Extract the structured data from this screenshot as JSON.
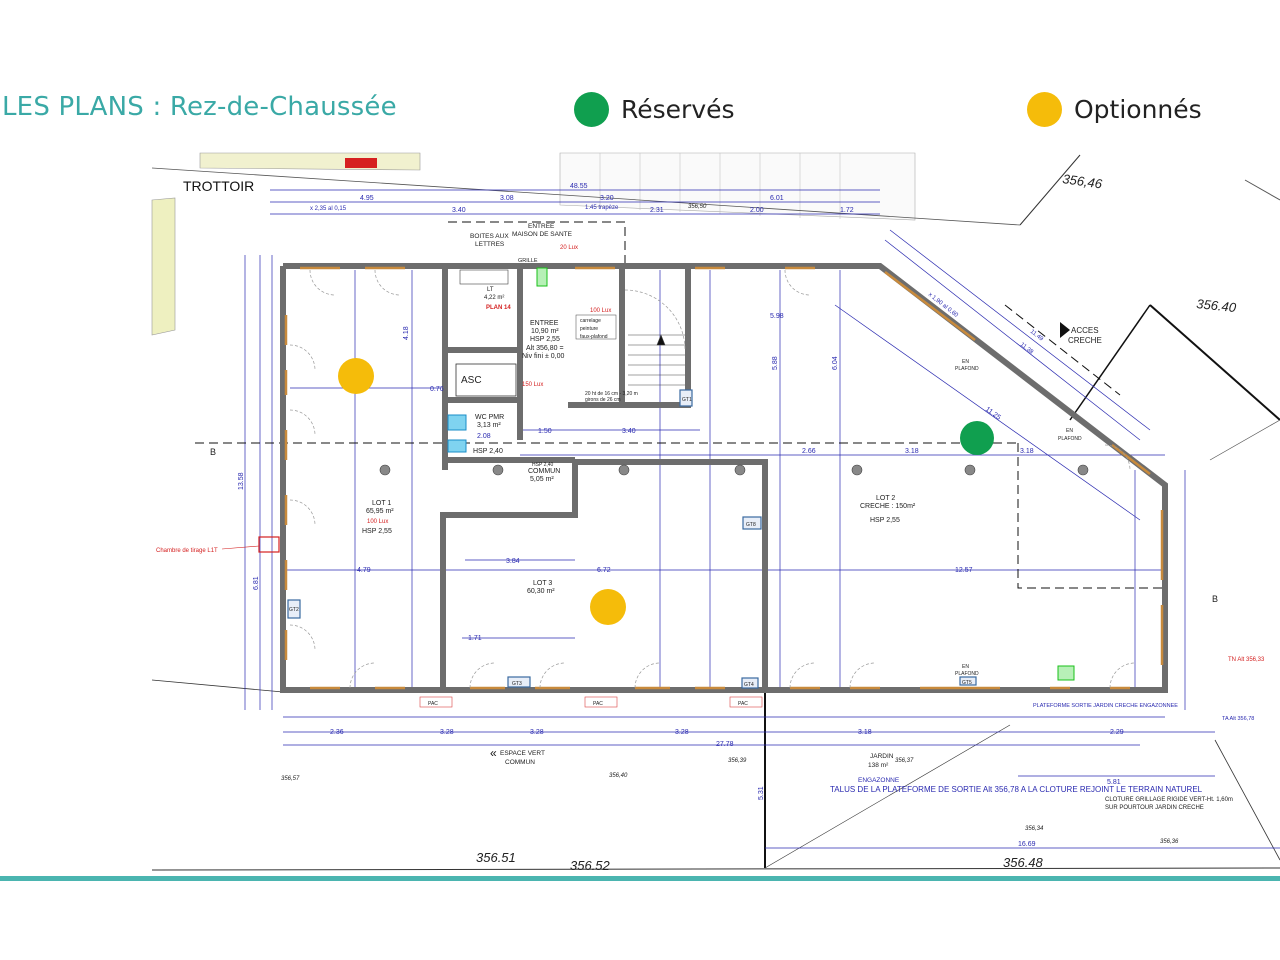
{
  "header": {
    "title": "LES PLANS : Rez-de-Chaussée",
    "legend": [
      {
        "label": "Réservés",
        "color": "#109f4f"
      },
      {
        "label": "Optionnés",
        "color": "#f5bc0a"
      }
    ]
  },
  "colors": {
    "accent": "#3aa9a6",
    "bar": "#4bb5b0",
    "wall": "#6d6d6d",
    "dimension": "#2a2ab0",
    "frame": "#c88a3c"
  },
  "plan": {
    "street": "TROTTOIR",
    "mailboxes": [
      "BOITES AUX",
      "LETTRES"
    ],
    "entrance_health": [
      "ENTREE",
      "MAISON DE SANTE"
    ],
    "entree": [
      "ENTREE",
      "10,90 m²",
      "HSP 2,55",
      "Alt 356,80 =",
      "Niv fini ± 0,00"
    ],
    "lt": [
      "LT",
      "4,22 m²"
    ],
    "plan14": "PLAN 14",
    "asc": "ASC",
    "wc": [
      "WC PMR",
      "3,13 m²"
    ],
    "hsp240": "HSP 2,40",
    "commun": [
      "HSP 2,40",
      "COMMUN",
      "5,05 m²"
    ],
    "lot1": [
      "LOT 1",
      "65,95 m²",
      "100 Lux",
      "HSP 2,55"
    ],
    "lot2": [
      "LOT 2",
      "CRECHE : 150m²",
      "HSP 2,55"
    ],
    "lot3": [
      "LOT 3",
      "60,30 m²"
    ],
    "acces_creche": [
      "ACCES",
      "CRECHE"
    ],
    "en_plafond": [
      "EN",
      "PLAFOND"
    ],
    "chambre": "Chambre de tirage L1T",
    "espace_vert": [
      "ESPACE VERT",
      "COMMUN"
    ],
    "jardin": [
      "JARDIN",
      "138 m²"
    ],
    "engazonne": "ENGAZONNE",
    "talus": "TALUS DE LA PLATEFORME DE SORTIE Alt 356,78   A LA CLOTURE REJOINT LE TERRAIN NATUREL",
    "cloture": [
      "CLOTURE GRILLAGE RIGIDE VERT-Ht. 1,60m",
      "SUR POURTOUR JARDIN CRECHE"
    ],
    "plateforme": "PLATEFORME SORTIE JARDIN CRECHE ENGAZONNEE",
    "tn_alt": "TN Alt 356,33",
    "ta_alt": "TA Alt 356,78",
    "lux20": "20 Lux",
    "lux100": "100 Lux",
    "lux150": "150 Lux",
    "stairs": [
      "20 ht de 16 cm - 3,20 m",
      "girons de 26 cm"
    ],
    "finishes": [
      "carrelage",
      "peinture",
      "faux-plafond"
    ],
    "gt": [
      "GT1",
      "GT2",
      "GT3",
      "GT4",
      "GT5",
      "GT8"
    ],
    "pac": "PAC",
    "grille": "GRILLE",
    "elevations": [
      "356,46",
      "356.40",
      "356.51",
      "356.52",
      "356.48",
      "356,57",
      "356,40",
      "356,39",
      "356,34",
      "356,36",
      "356,37",
      "356,50"
    ],
    "section_mark": "B",
    "dimensions": [
      "48.55",
      "4.95",
      "3.08",
      "3.20",
      "6.01",
      "3.40",
      "2.31",
      "1.72",
      "2.00",
      "4.18",
      "5.98",
      "5.88",
      "6.04",
      "11.25",
      "0.76",
      "2.08",
      "1.50",
      "3.40",
      "2.66",
      "3.18",
      "3.18",
      "4.79",
      "6.72",
      "12.57",
      "3.84",
      "1.71",
      "27.78",
      "5.81",
      "16.69",
      "2.36",
      "3.28",
      "3.28",
      "3.28",
      "3.18",
      "2.29",
      "13.58",
      "6.81",
      "5.31",
      "1.45 trapèze",
      "x 2,35 al 0,15",
      "x 1,90 al 0,60",
      "11.49",
      "11.38"
    ]
  }
}
